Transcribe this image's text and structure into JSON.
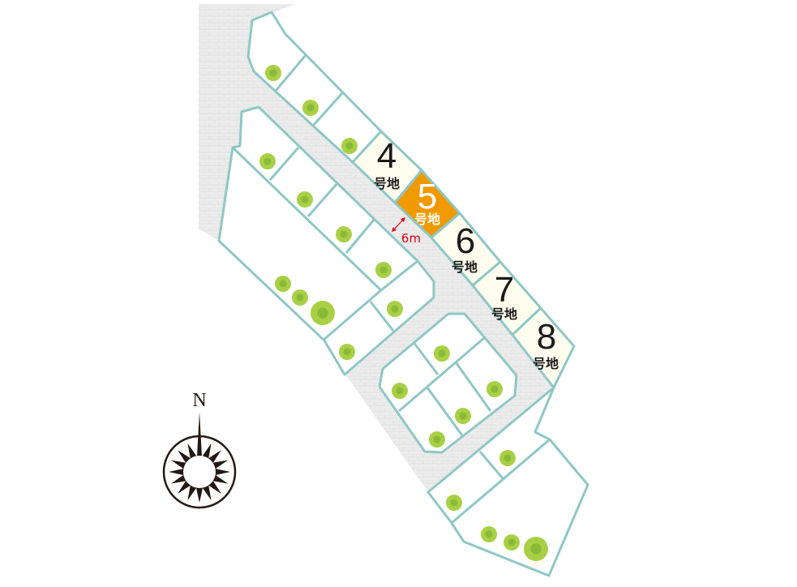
{
  "map": {
    "lots": [
      {
        "number": "4",
        "suffix": "号地",
        "status": "available"
      },
      {
        "number": "5",
        "suffix": "号地",
        "status": "selected"
      },
      {
        "number": "6",
        "suffix": "号地",
        "status": "available"
      },
      {
        "number": "7",
        "suffix": "号地",
        "status": "available"
      },
      {
        "number": "8",
        "suffix": "号地",
        "status": "available"
      }
    ],
    "road_width_label": "6m",
    "compass_label": "N"
  },
  "colors": {
    "road": "#ececec",
    "lot_border": "#8fc7c6",
    "available_lot": "#fffdee",
    "selected_lot": "#f09a00",
    "tree": "#9ccc3c",
    "dimension": "#e60012"
  }
}
